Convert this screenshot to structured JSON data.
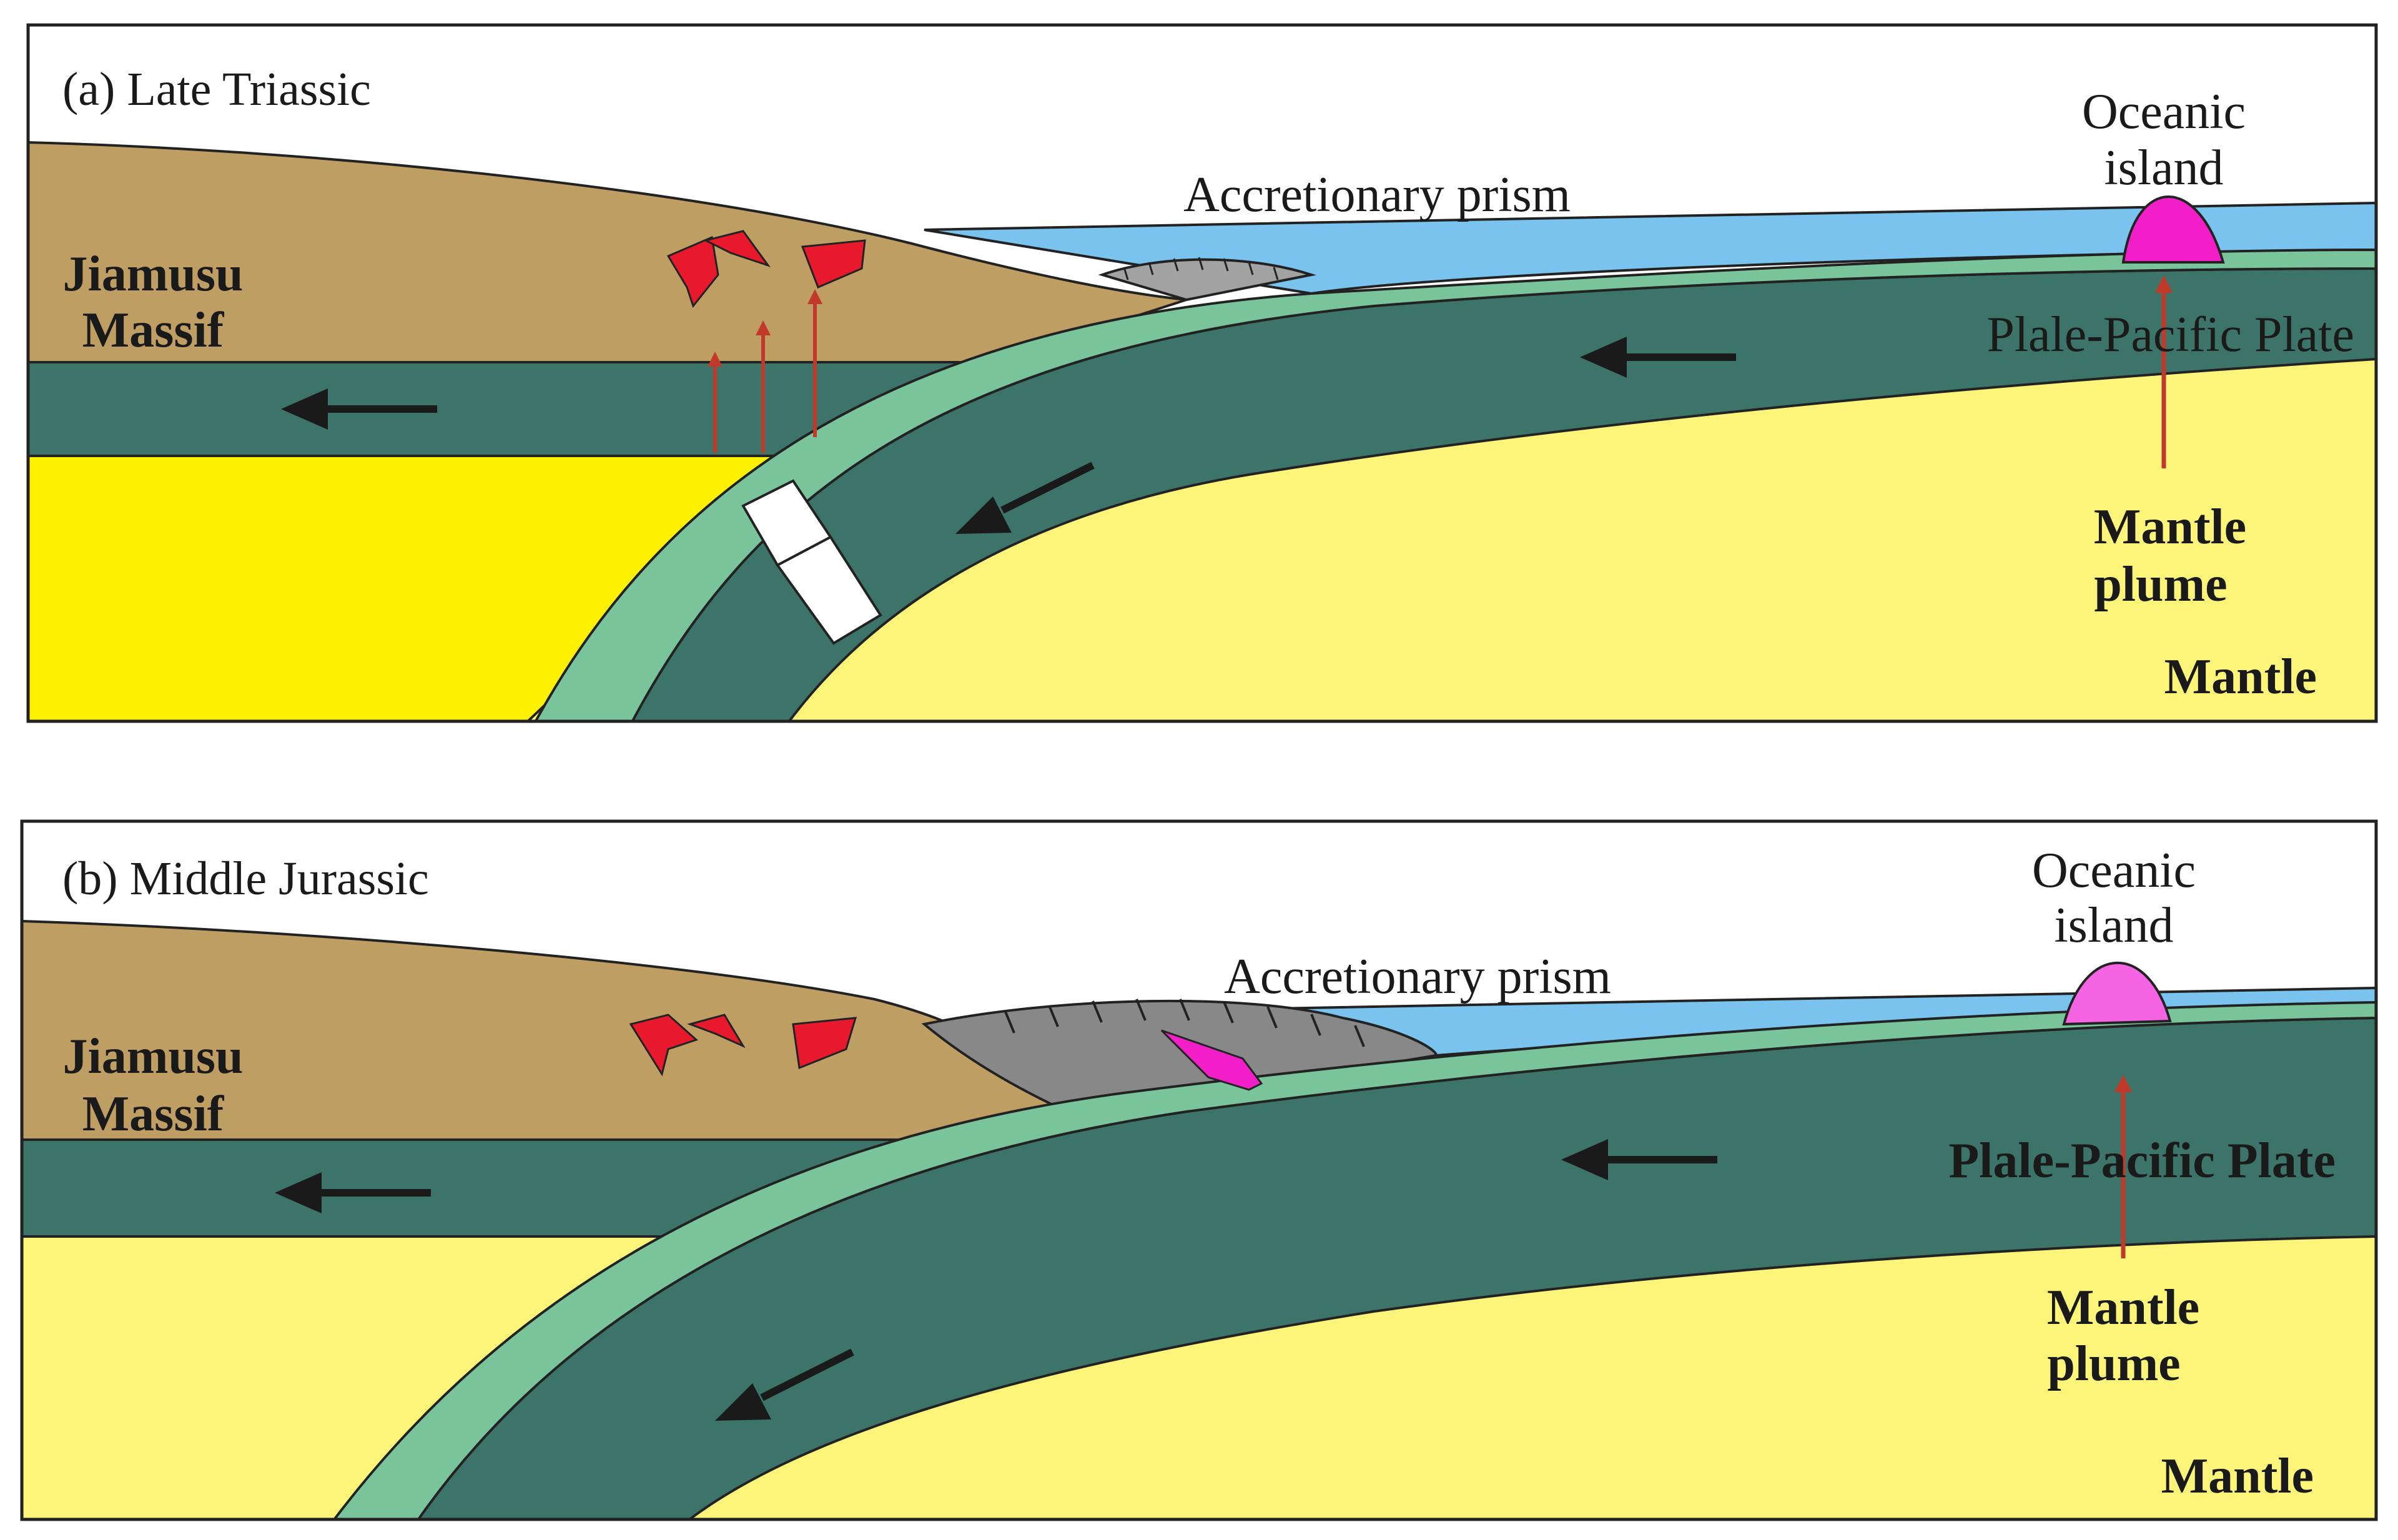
{
  "panels": [
    {
      "id": "a",
      "title": "(a) Late Triassic",
      "labels": {
        "massif_line1": "Jiamusu",
        "massif_line2": "Massif",
        "accretionary_prism": "Accretionary prism",
        "oceanic_island_line1": "Oceanic",
        "oceanic_island_line2": "island",
        "plate": "Plale-Pacific Plate",
        "plume_line1": "Mantle",
        "plume_line2": "plume",
        "mantle": "Mantle"
      }
    },
    {
      "id": "b",
      "title": "(b) Middle Jurassic",
      "labels": {
        "massif_line1": "Jiamusu",
        "massif_line2": "Massif",
        "accretionary_prism": "Accretionary prism",
        "oceanic_island_line1": "Oceanic",
        "oceanic_island_line2": "island",
        "plate": "Plale-Pacific Plate",
        "plume_line1": "Mantle",
        "plume_line2": "plume",
        "mantle": "Mantle"
      }
    }
  ],
  "colors": {
    "continental_crust": "#bf9e64",
    "ocean_water": "#79c3ee",
    "oceanic_crust": "#7ac49c",
    "lithosphere": "#3c7469",
    "mantle_a_left": "#fff200",
    "mantle": "#fdf57a",
    "accretionary_prism_a": "#a2a2a2",
    "accretionary_prism_b": "#888888",
    "magma": "#e8192c",
    "oceanic_island": "#f21fc8",
    "oceanic_island_b": "#f564e2",
    "plume_arrow": "#c0392b",
    "motion_arrow": "#1a1a1a",
    "outline": "#222222"
  }
}
